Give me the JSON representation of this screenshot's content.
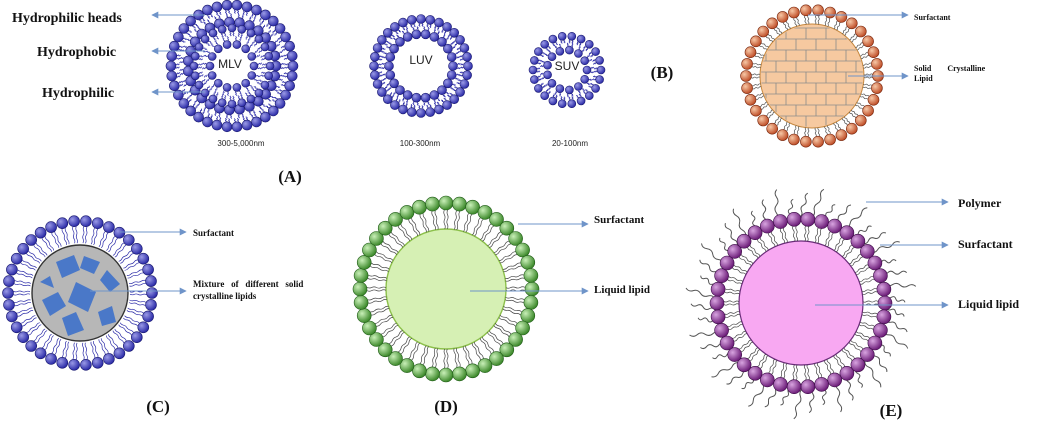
{
  "colors": {
    "liposome": "#2c2ca8",
    "liposome_hi": "#9a9ae6",
    "sln": "#c0502a",
    "sln_core": "#f6c9a0",
    "nlc": "#2c2ca8",
    "nlc_core": "#b7b7b7",
    "nlc_crystal": "#4a78c8",
    "nanoemulsion": "#3e8a2c",
    "nanoemulsion_core": "#d6f0b4",
    "polymeric": "#6e1f7a",
    "polymeric_core": "#f8a8f2",
    "arrow": "#6f94c9"
  },
  "panels": {
    "A": {
      "label": "(A)",
      "annotations": [
        "Hydrophilic heads",
        "Hydrophobic",
        "Hydrophilic"
      ],
      "vesicles": [
        {
          "name": "MLV",
          "size": "300-5,000nm"
        },
        {
          "name": "LUV",
          "size": "100-300nm"
        },
        {
          "name": "SUV",
          "size": "20-100nm"
        }
      ]
    },
    "B": {
      "label": "(B)",
      "surfactant": "Surfactant",
      "core_line1": "Solid        Crystalline",
      "core_line2": "Lipid"
    },
    "C": {
      "label": "(C)",
      "surfactant": "Surfactant",
      "core_line1": "Mixture   of   different   solid",
      "core_line2": "crystalline lipids"
    },
    "D": {
      "label": "(D)",
      "surfactant": "Surfactant",
      "core": "Liquid lipid"
    },
    "E": {
      "label": "(E)",
      "polymer": "Polymer",
      "surfactant": "Surfactant",
      "core": "Liquid lipid"
    }
  }
}
